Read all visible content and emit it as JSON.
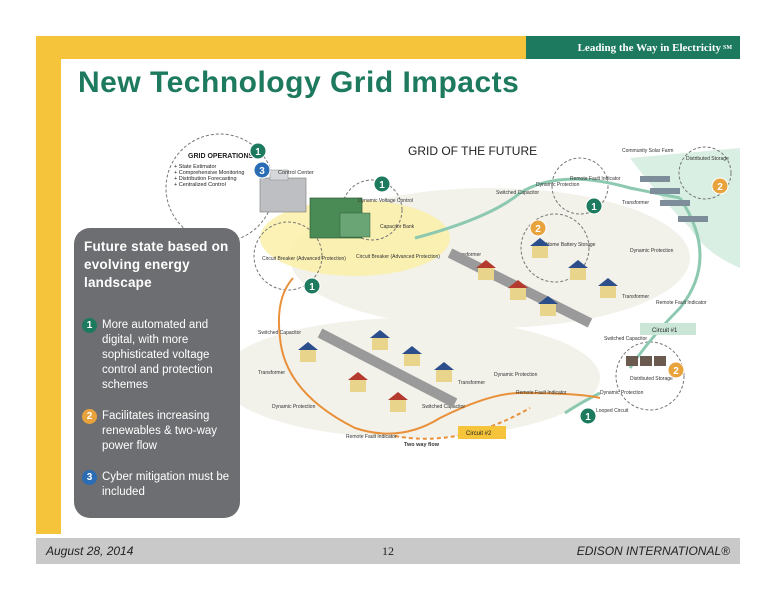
{
  "header": {
    "tagline": "Leading the Way in Electricity",
    "tagline_mark": "SM",
    "title": "New Technology Grid Impacts"
  },
  "diagram": {
    "heading": "GRID OF THE FUTURE",
    "grid_operations": {
      "title": "GRID OPERATIONS",
      "items": [
        "+ State Estimator",
        "+ Comprehensive Monitoring",
        "+ Distribution Forecasting",
        "+ Centralized Control"
      ]
    },
    "labels": {
      "control_center": "Control Center",
      "dynamic_voltage_control": "Dynamic Voltage Control",
      "capacitor_bank": "Capacitor Bank",
      "circuit_breaker_left": "Circuit Breaker (Advanced Protection)",
      "circuit_breaker_right": "Circuit Breaker (Advanced Protection)",
      "switched_capacitor_top": "Switched Capacitor",
      "dynamic_protection_top": "Dynamic Protection",
      "remote_fault_indicator_top": "Remote Fault Indicator",
      "community_solar_farm": "Community Solar Farm",
      "distributed_storage_top": "Distributed Storage",
      "transformer_top_right": "Transformer",
      "home_battery_storage": "Home Battery Storage",
      "dynamic_protection_mid": "Dynamic Protection",
      "transformer_mid": "Transformer",
      "transformer_right": "Transformer",
      "remote_fault_indicator_right": "Remote Fault Indicator",
      "circuit_1": "Circuit #1",
      "switched_capacitor_right": "Switched Capacitor",
      "distributed_storage_right": "Distributed Storage",
      "dynamic_protection_right": "Dynamic Protection",
      "looped_circuit": "Looped Circuit",
      "switched_capacitor_left": "Switched Capacitor",
      "transformer_left": "Transformer",
      "dynamic_protection_left": "Dynamic Protection",
      "transformer_bottom": "Transformer",
      "dynamic_protection_bottom": "Dynamic Protection",
      "switched_capacitor_bottom": "Switched Capacitor",
      "remote_fault_indicator_bottom": "Remote Fault Indicator",
      "remote_fault_indicator_low": "Remote Fault Indicator",
      "circuit_2": "Circuit #2",
      "two_way_flow": "Two way flow"
    },
    "badges": {
      "b1": "1",
      "b2": "2",
      "b3": "3"
    }
  },
  "callout": {
    "title": "Future state based on evolving energy landscape",
    "bullets": [
      {
        "num": "1",
        "text": "More automated and digital, with more sophisticated voltage control and protection schemes"
      },
      {
        "num": "2",
        "text": "Facilitates increasing renewables & two-way power flow"
      },
      {
        "num": "3",
        "text": "Cyber mitigation must be included"
      }
    ]
  },
  "footer": {
    "date": "August 28, 2014",
    "page": "12",
    "brand": "EDISON INTERNATIONAL®"
  },
  "colors": {
    "brand_green": "#1e7a5e",
    "gold": "#f6c43a",
    "callout_gray": "#6d6e71",
    "circuit_line": "#e8913a",
    "grid_line": "#8cc9b0"
  }
}
